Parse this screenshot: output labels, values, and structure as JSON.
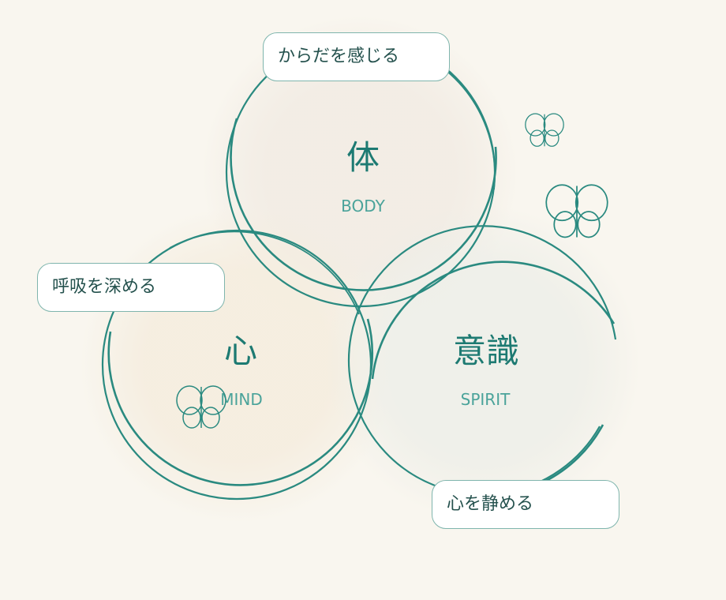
{
  "circles": {
    "body": {
      "kanji": "体",
      "label": "BODY"
    },
    "mind": {
      "kanji": "心",
      "label": "MIND"
    },
    "spirit": {
      "kanji": "意識",
      "label": "SPIRIT"
    }
  },
  "tags": {
    "body": "からだを感じる",
    "mind": "呼吸を深める",
    "spirit": "心を静める"
  },
  "decorations": {
    "icon": "butterfly-icon",
    "count": 3
  },
  "colors": {
    "background": "#f9f6ef",
    "ring": "#2a8a80",
    "kanji": "#1d7a72",
    "sublabel": "#4aa39a",
    "tag_border": "#7fb5ad",
    "tag_text": "#24514d"
  }
}
